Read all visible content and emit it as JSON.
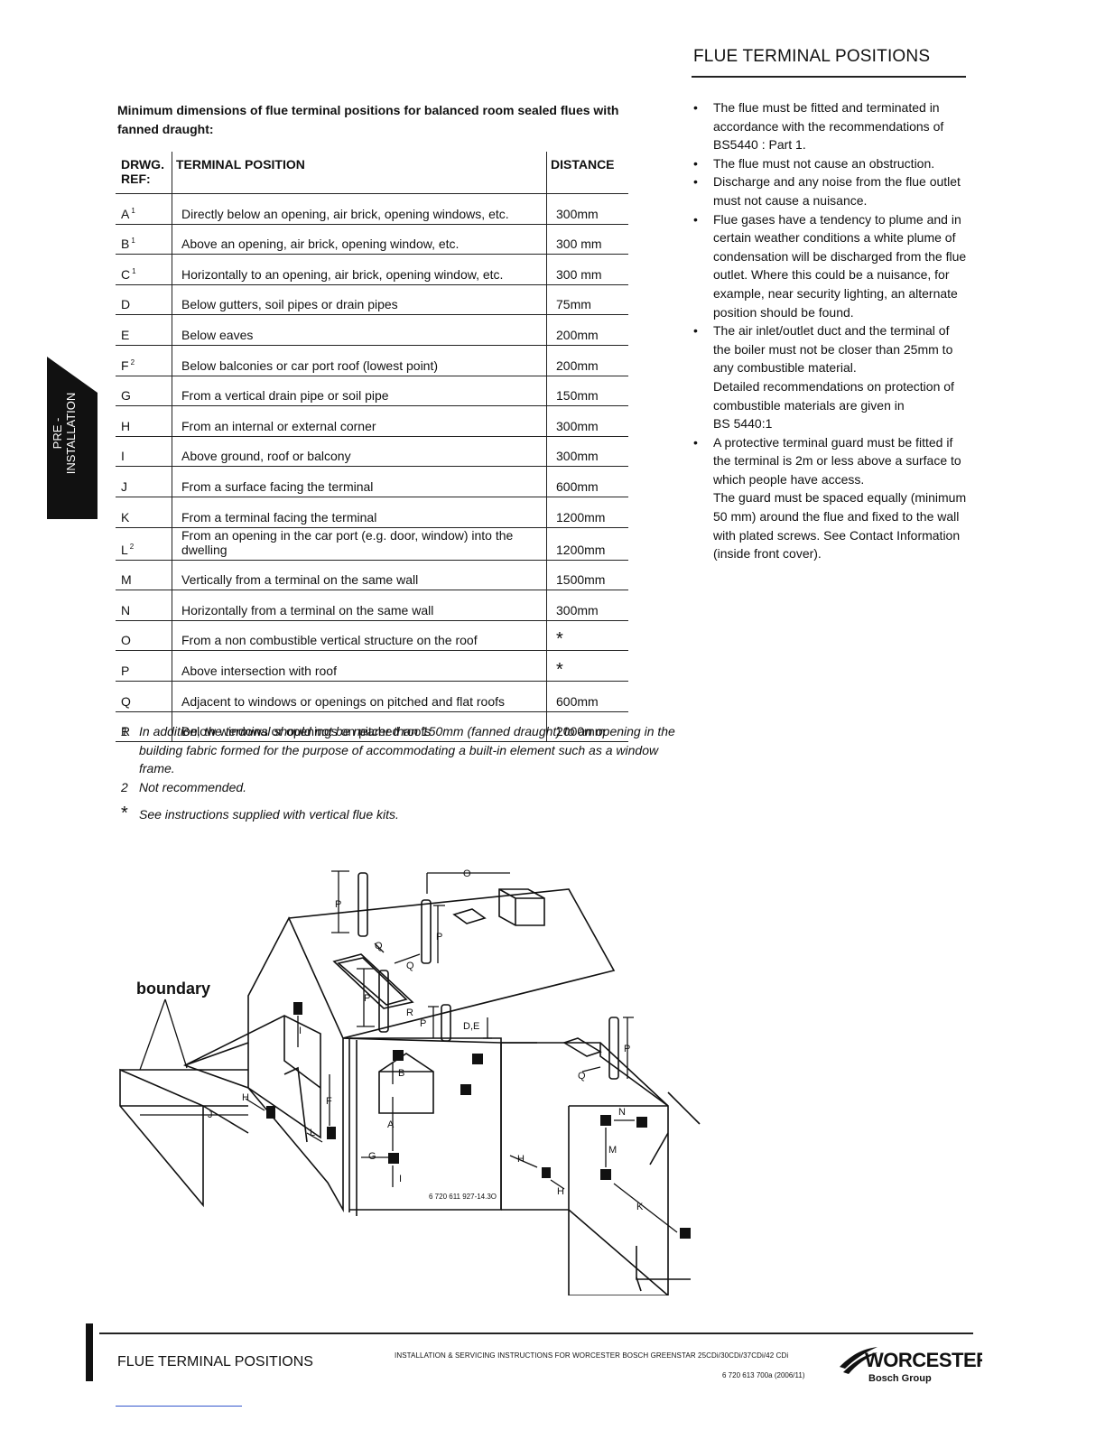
{
  "header": {
    "title": "FLUE TERMINAL POSITIONS"
  },
  "side_tab": {
    "line1": "PRE -",
    "line2": "INSTALLATION"
  },
  "intro": "Minimum dimensions of flue terminal positions for balanced room sealed flues with fanned draught:",
  "table": {
    "headers": {
      "ref_line1": "DRWG.",
      "ref_line2": "REF:",
      "position": "TERMINAL POSITION",
      "distance": "DISTANCE"
    },
    "rows": [
      {
        "ref": "A",
        "note": "1",
        "position": "Directly below an opening, air brick, opening windows, etc.",
        "distance": "300mm"
      },
      {
        "ref": "B",
        "note": "1",
        "position": "Above an opening, air brick, opening window, etc.",
        "distance": "300 mm"
      },
      {
        "ref": "C",
        "note": "1",
        "position": "Horizontally to an opening, air brick, opening window, etc.",
        "distance": "300 mm"
      },
      {
        "ref": "D",
        "note": "",
        "position": "Below gutters, soil pipes or drain pipes",
        "distance": "75mm"
      },
      {
        "ref": "E",
        "note": "",
        "position": "Below eaves",
        "distance": "200mm"
      },
      {
        "ref": "F",
        "note": "2",
        "position": "Below balconies or car port roof (lowest point)",
        "distance": "200mm"
      },
      {
        "ref": "G",
        "note": "",
        "position": "From a vertical drain pipe or soil pipe",
        "distance": "150mm"
      },
      {
        "ref": "H",
        "note": "",
        "position": "From an internal or external corner",
        "distance": "300mm"
      },
      {
        "ref": "I",
        "note": "",
        "position": "Above ground, roof or balcony",
        "distance": "300mm"
      },
      {
        "ref": "J",
        "note": "",
        "position": "From a surface facing the terminal",
        "distance": "600mm"
      },
      {
        "ref": "K",
        "note": "",
        "position": "From a terminal facing the terminal",
        "distance": "1200mm"
      },
      {
        "ref": "L",
        "note": "2",
        "position": "From an opening in the car port (e.g. door, window) into the dwelling",
        "distance": "1200mm"
      },
      {
        "ref": "M",
        "note": "",
        "position": "Vertically from a terminal on the same wall",
        "distance": "1500mm"
      },
      {
        "ref": "N",
        "note": "",
        "position": "Horizontally from a terminal on the same wall",
        "distance": "300mm"
      },
      {
        "ref": "O",
        "note": "",
        "position": "From a non combustible vertical structure on the roof",
        "distance": "*"
      },
      {
        "ref": "P",
        "note": "",
        "position": "Above intersection with roof",
        "distance": "*"
      },
      {
        "ref": "Q",
        "note": "",
        "position": "Adjacent to windows or openings on pitched and flat roofs",
        "distance": "600mm"
      },
      {
        "ref": "R",
        "note": "",
        "position": "Below windows or openings on pitched roofs",
        "distance": "2000mm"
      }
    ]
  },
  "notes": [
    {
      "num": "1",
      "text": "In addition, the terminal should not be nearer than 150mm (fanned draught) to an opening in the building fabric formed for the purpose of accommodating a built-in element such as a window frame."
    },
    {
      "num": "2",
      "text": "Not recommended."
    },
    {
      "num": "*",
      "text": "See instructions supplied with vertical flue kits."
    }
  ],
  "bullets": [
    "The flue must be fitted and terminated in accordance with the recommendations of BS5440 : Part 1.",
    "The flue must not cause an obstruction.",
    "Discharge and any noise from the flue outlet must not cause a nuisance.",
    "Flue gases have a tendency to plume and in certain weather conditions a white plume of condensation will be discharged from the flue outlet. Where this could be a nuisance, for example, near security lighting, an alternate position should be found.",
    "The air inlet/outlet duct and the terminal of the boiler must not be closer than 25mm to any combustible material.\nDetailed recommendations on protection of combustible materials are given in\nBS 5440:1",
    "A protective terminal guard must be fitted if the terminal is 2m or less above a surface to which people have access.\nThe guard must be spaced equally (minimum 50 mm) around the flue and fixed to the wall with plated screws. See Contact Information (inside front cover)."
  ],
  "diagram": {
    "boundary_label": "boundary",
    "figure_code": "6 720 611 927-14.3O",
    "labels": {
      "P": "P",
      "O": "O",
      "Q": "Q",
      "R": "R",
      "DE": "D,E",
      "I": "I",
      "B": "B",
      "A": "A",
      "G": "G",
      "F": "F",
      "H": "H",
      "L": "L",
      "J": "J",
      "N": "N",
      "M": "M",
      "K": "K"
    }
  },
  "footer": {
    "title": "FLUE TERMINAL POSITIONS",
    "info": "INSTALLATION & SERVICING INSTRUCTIONS FOR WORCESTER BOSCH GREENSTAR 25CDi/30CDi/37CDi/42 CDi",
    "code": "6 720 613 700a (2006/11)",
    "brand": "WORCESTER",
    "brand_sub": "Bosch Group"
  }
}
